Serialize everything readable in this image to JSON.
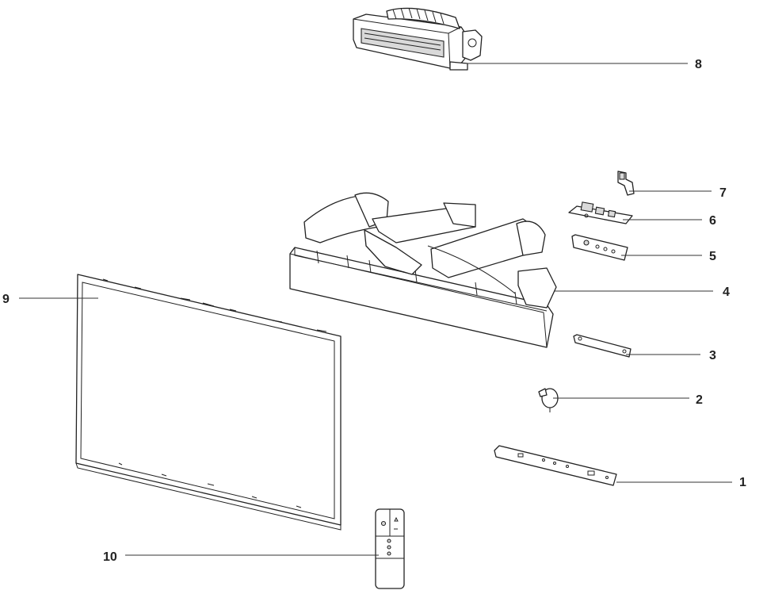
{
  "callouts": {
    "c1": "1",
    "c2": "2",
    "c3": "3",
    "c4": "4",
    "c5": "5",
    "c6": "6",
    "c7": "7",
    "c8": "8",
    "c9": "9",
    "c10": "10"
  },
  "parts": [
    {
      "callout": "1",
      "icon": "led-light-strip"
    },
    {
      "callout": "2",
      "icon": "flicker-motor"
    },
    {
      "callout": "3",
      "icon": "mounting-bracket-bar"
    },
    {
      "callout": "4",
      "icon": "log-set-and-ember-bed"
    },
    {
      "callout": "5",
      "icon": "control-board"
    },
    {
      "callout": "6",
      "icon": "main-circuit-board"
    },
    {
      "callout": "7",
      "icon": "thermal-switch-bracket"
    },
    {
      "callout": "8",
      "icon": "heater-fan-assembly"
    },
    {
      "callout": "9",
      "icon": "glass-front-frame"
    },
    {
      "callout": "10",
      "icon": "remote-control"
    }
  ]
}
